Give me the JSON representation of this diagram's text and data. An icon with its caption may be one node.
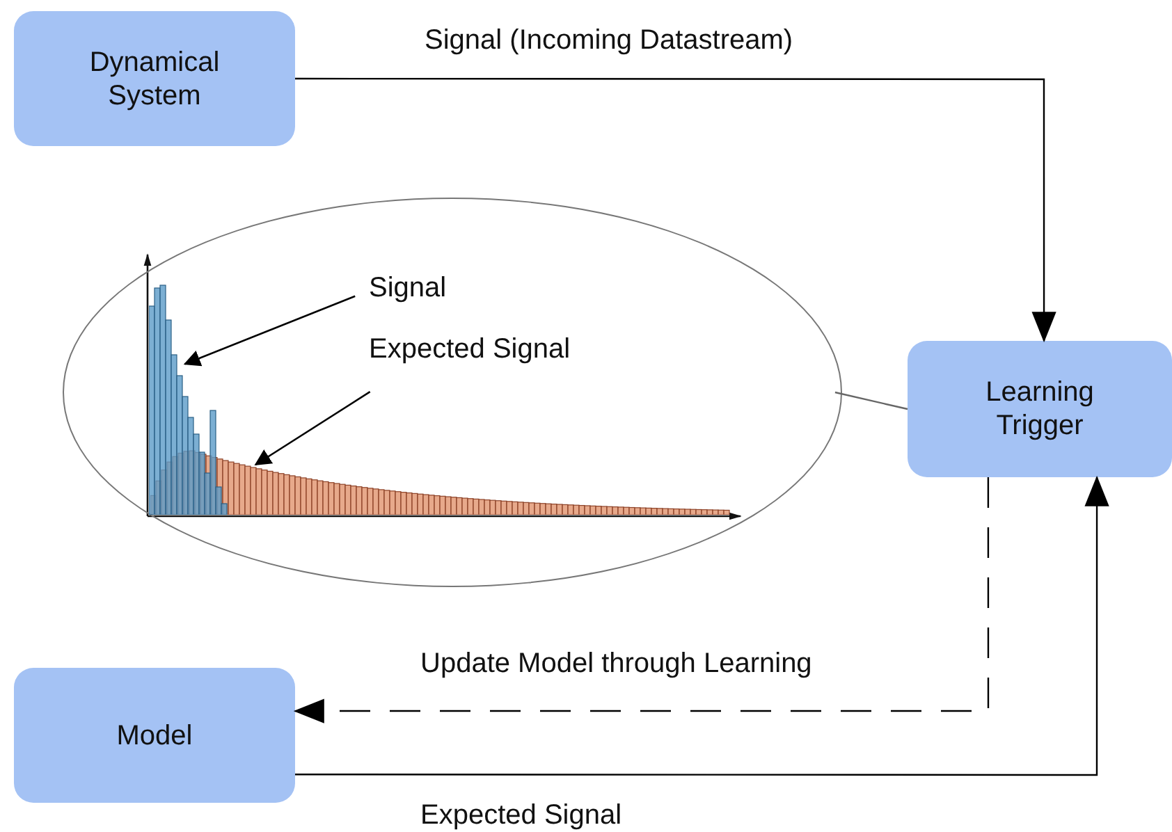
{
  "diagram": {
    "nodes": [
      {
        "text": [
          "Dynamical System"
        ]
      },
      {
        "text": [
          "Learning Trigger"
        ]
      },
      {
        "text": [
          "Model"
        ]
      },
      {
        "text": [],
        "shape": "ellipse"
      },
      {
        "text": [
          "Signal"
        ],
        "in": 3
      },
      {
        "text": [
          "Expected Signal"
        ],
        "in": 3
      },
      {
        "text": [],
        "shape": "picture",
        "in": 3
      },
      {
        "text": [],
        "shape": "picture",
        "in": 3
      }
    ],
    "edges": [
      {
        "from": 0,
        "to": 1,
        "arrow": "to",
        "label": "Signal (Incoming Datastream)"
      },
      {
        "from": 1,
        "to": 2,
        "arrow": "to",
        "label": "Update Model through Learning",
        "style": "dashed"
      },
      {
        "from": 2,
        "to": 1,
        "arrow": "to",
        "label": "Expected Signal"
      },
      {
        "from": 3,
        "to": 1,
        "arrow": "none",
        "color": "#666666"
      },
      {
        "from": 4,
        "to": 6,
        "arrow": "to"
      },
      {
        "from": 5,
        "to": 7,
        "arrow": "to"
      }
    ]
  }
}
